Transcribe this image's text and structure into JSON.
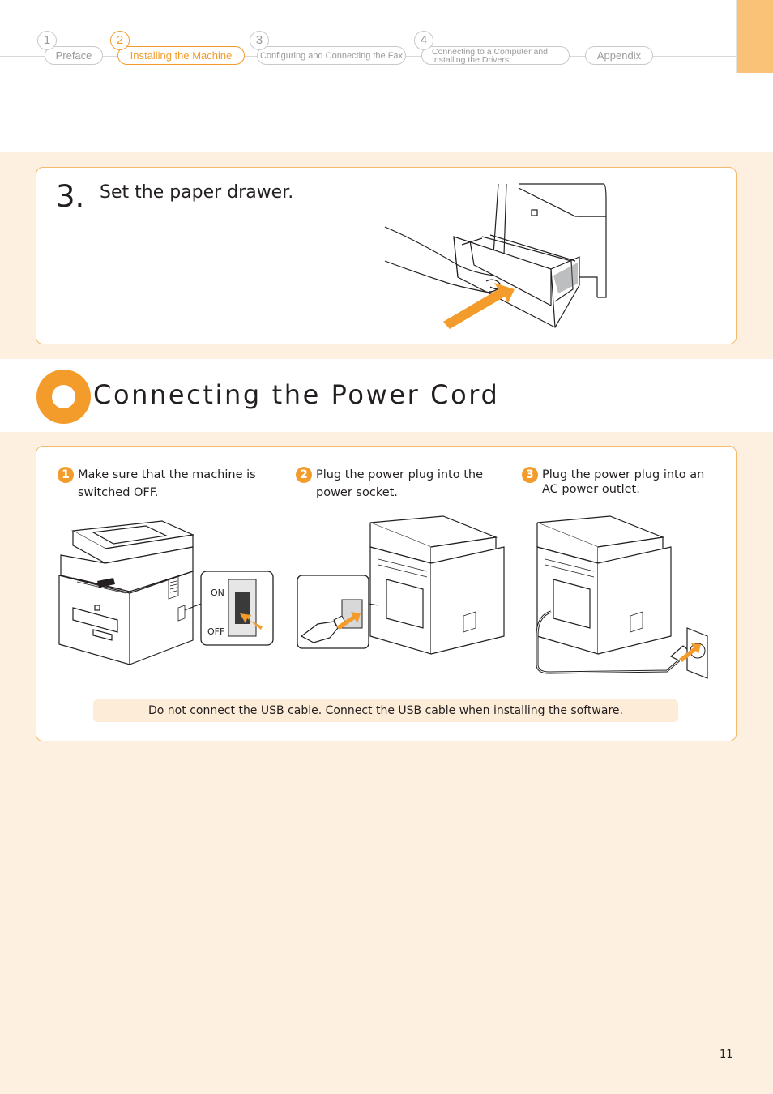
{
  "nav": {
    "items": [
      {
        "num": "1",
        "label": "Preface"
      },
      {
        "num": "2",
        "label": "Installing the Machine"
      },
      {
        "num": "3",
        "label": "Configuring and Connecting the Fax"
      },
      {
        "num": "4",
        "label": "Connecting to a Computer and Installing the Drivers"
      },
      {
        "num": "",
        "label": "Appendix"
      }
    ]
  },
  "step3": {
    "number": "3.",
    "title": "Set the paper drawer."
  },
  "section": {
    "title": "Connecting the Power Cord"
  },
  "power_steps": [
    {
      "num": "1",
      "text": "Make sure that the machine is switched OFF."
    },
    {
      "num": "2",
      "text": "Plug the power plug into the power socket."
    },
    {
      "num": "3",
      "text": "Plug the power plug into an AC power outlet."
    }
  ],
  "switch_labels": {
    "on": "ON",
    "off": "OFF"
  },
  "note": "Do not connect the USB cable. Connect the USB cable when installing the software.",
  "page_number": "11",
  "colors": {
    "accent": "#f39c2c",
    "background": "#fdf0e0",
    "border": "#f5b96c"
  }
}
